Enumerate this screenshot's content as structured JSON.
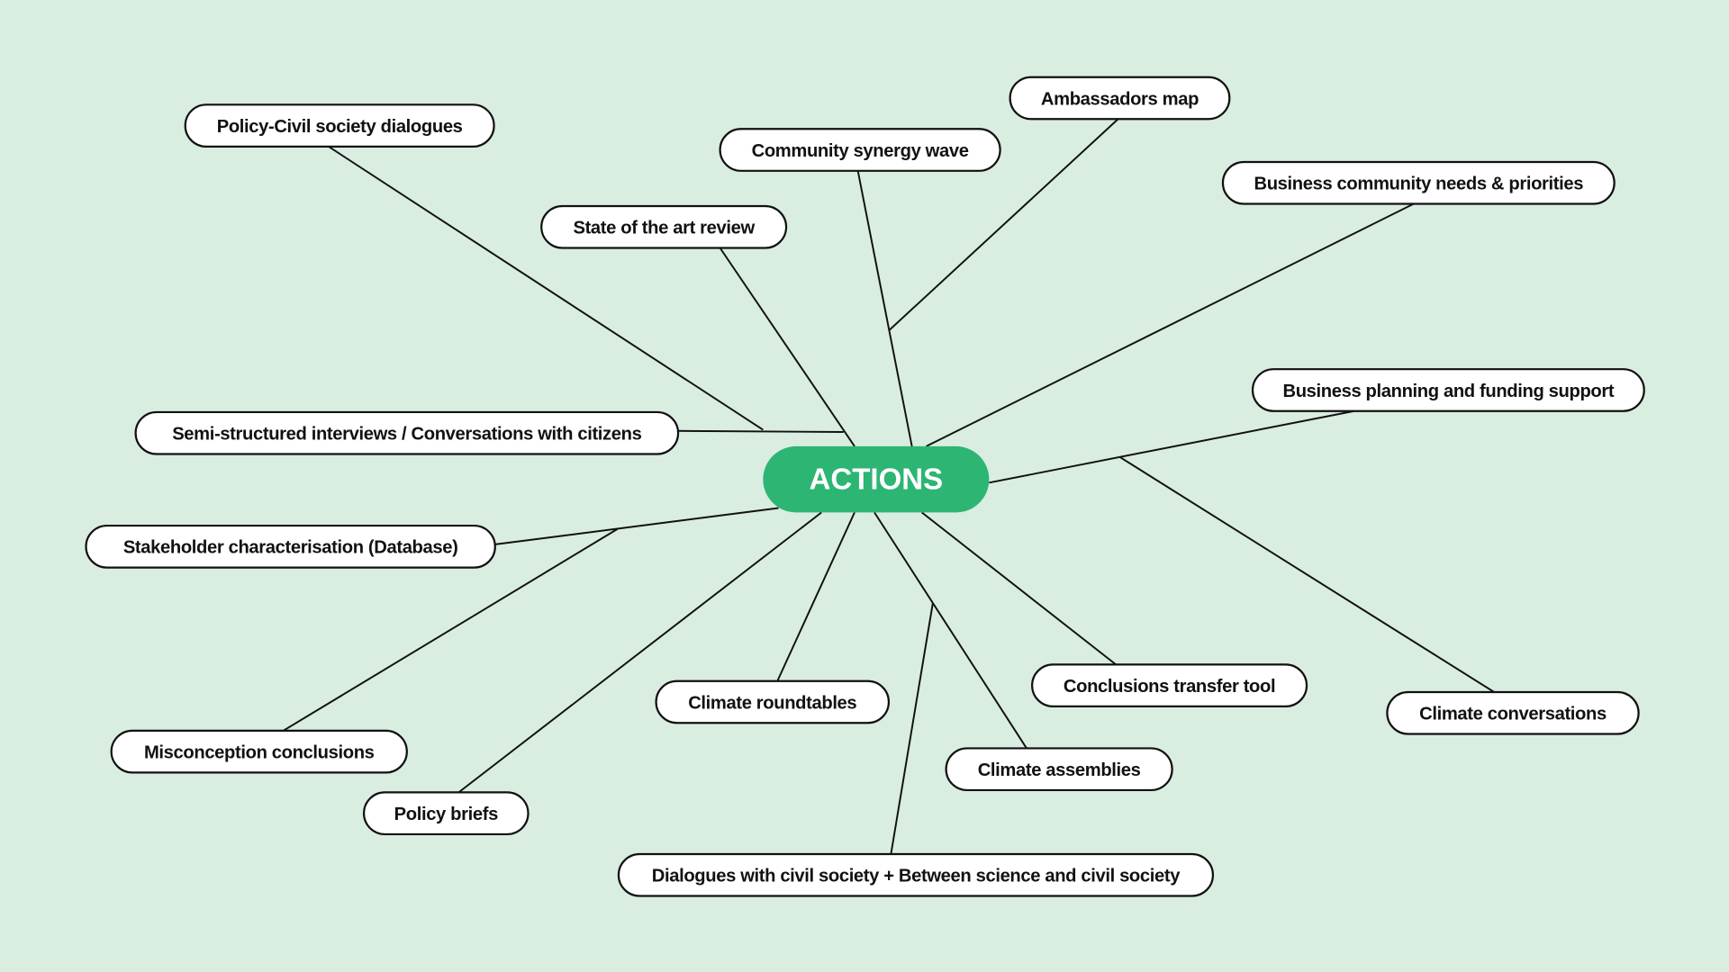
{
  "colors": {
    "background": "#d9ede0",
    "center": "#2db573",
    "node_fill": "#ffffff",
    "line": "#111111"
  },
  "center": {
    "label": "ACTIONS"
  },
  "nodes": [
    {
      "id": "policy-civil-society-dialogues",
      "label": "Policy-Civil society dialogues"
    },
    {
      "id": "community-synergy-wave",
      "label": "Community synergy wave"
    },
    {
      "id": "ambassadors-map",
      "label": "Ambassadors map"
    },
    {
      "id": "business-community-needs",
      "label": "Business community needs & priorities"
    },
    {
      "id": "state-of-the-art-review",
      "label": "State of the art review"
    },
    {
      "id": "business-planning-funding",
      "label": "Business planning and funding support"
    },
    {
      "id": "semi-structured-interviews",
      "label": "Semi-structured interviews / Conversations with citizens"
    },
    {
      "id": "stakeholder-characterisation",
      "label": "Stakeholder characterisation (Database)"
    },
    {
      "id": "climate-roundtables",
      "label": "Climate roundtables"
    },
    {
      "id": "conclusions-transfer-tool",
      "label": "Conclusions transfer tool"
    },
    {
      "id": "climate-conversations",
      "label": "Climate conversations"
    },
    {
      "id": "misconception-conclusions",
      "label": "Misconception conclusions"
    },
    {
      "id": "climate-assemblies",
      "label": "Climate assemblies"
    },
    {
      "id": "policy-briefs",
      "label": "Policy briefs"
    },
    {
      "id": "dialogues-civil-society",
      "label": "Dialogues with civil society + Between science and civil society"
    }
  ]
}
